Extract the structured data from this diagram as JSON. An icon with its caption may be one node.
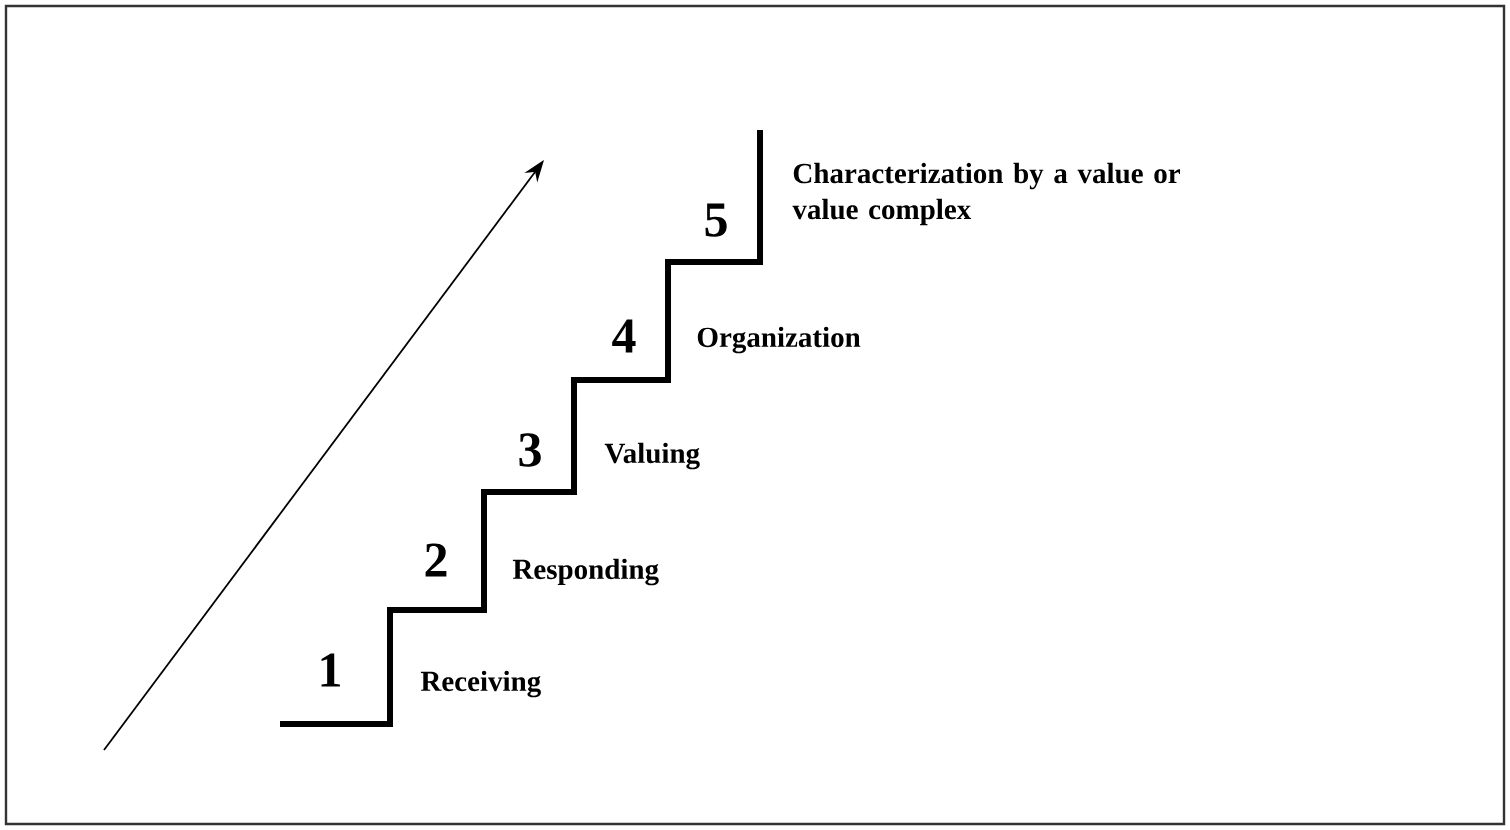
{
  "diagram": {
    "labels": [
      "5",
      "Characterization by a value or value complex",
      "4",
      "Organization",
      "3",
      "Valuing",
      "2",
      "Responding",
      "1",
      "Receiving"
    ]
  }
}
